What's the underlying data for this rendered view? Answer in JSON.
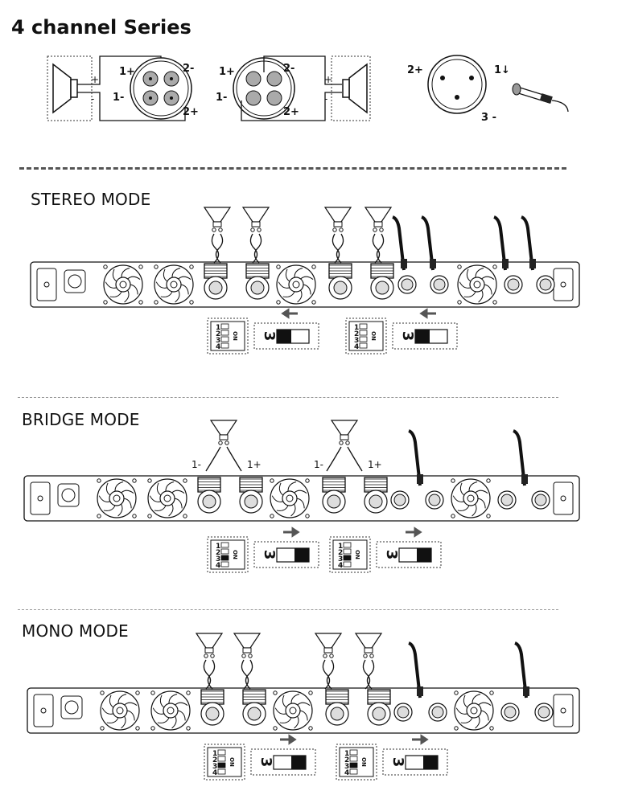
{
  "page": {
    "title": "4 channel Series"
  },
  "pinout": {
    "left_connector": {
      "pin1p": "1+",
      "pin1m": "1-",
      "pin2m": "2-",
      "pin2p": "2+"
    },
    "right_connector": {
      "pin1p": "1+",
      "pin1m": "1-",
      "pin2m": "2-",
      "pin2p": "2+"
    },
    "xlr": {
      "pin2p": "2+",
      "pin1": "1↓",
      "pin3m": "3 -"
    },
    "speaker_polarity": {
      "plus": "+",
      "minus": "-"
    }
  },
  "modes": [
    {
      "title": "STEREO MODE",
      "switch_number": "3",
      "dip_labels": [
        "1",
        "2",
        "3",
        "4"
      ],
      "dip_on": "ON",
      "arrow": "left"
    },
    {
      "title": "BRIDGE MODE",
      "switch_number": "3",
      "dip_labels": [
        "1",
        "2",
        "3",
        "4"
      ],
      "dip_on": "ON",
      "arrow": "right",
      "bridge_labels": [
        "1-",
        "1+",
        "1-",
        "1+"
      ]
    },
    {
      "title": "MONO MODE",
      "switch_number": "3",
      "dip_labels": [
        "1",
        "2",
        "3",
        "4"
      ],
      "dip_on": "ON",
      "arrow": "right"
    }
  ]
}
